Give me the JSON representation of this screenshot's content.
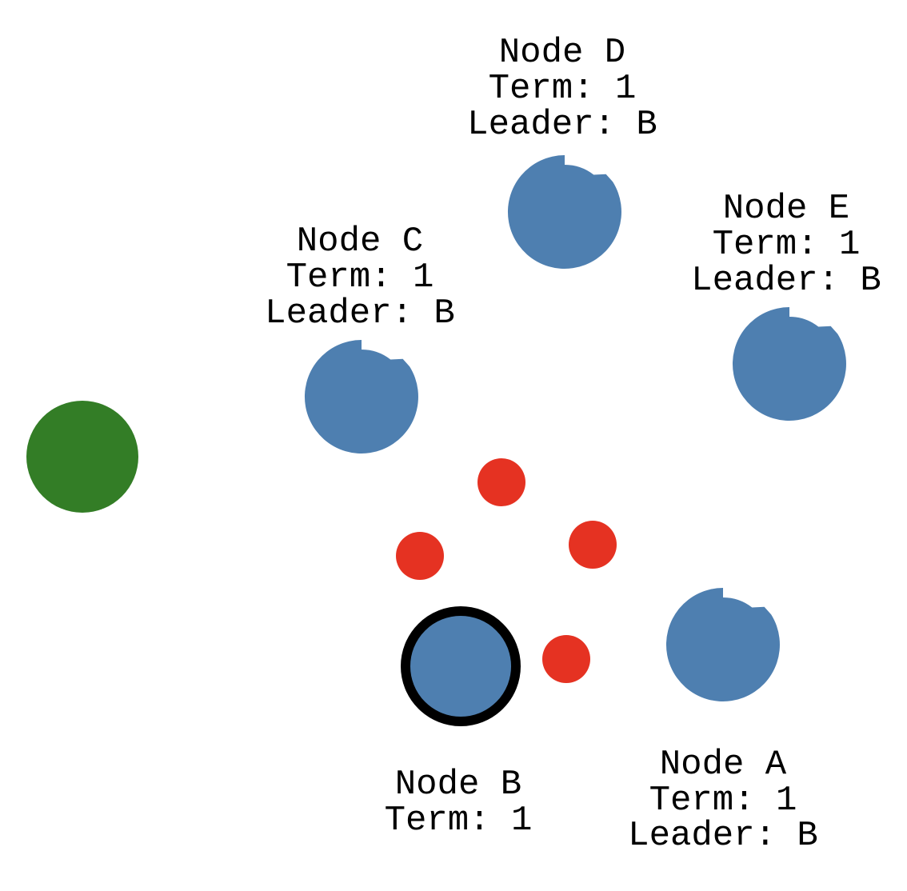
{
  "colors": {
    "node_blue": "#4e7fb0",
    "node_green": "#337d26",
    "message_red": "#e53222",
    "leader_ring_black": "#000000"
  },
  "message_dot_count": 4,
  "nodes": [
    {
      "id": "A",
      "label_lines": [
        "Node A",
        "Term: 1",
        "Leader: B"
      ]
    },
    {
      "id": "B",
      "label_lines": [
        "Node B",
        "Term: 1"
      ]
    },
    {
      "id": "C",
      "label_lines": [
        "Node C",
        "Term: 1",
        "Leader: B"
      ]
    },
    {
      "id": "D",
      "label_lines": [
        "Node D",
        "Term: 1",
        "Leader: B"
      ]
    },
    {
      "id": "E",
      "label_lines": [
        "Node E",
        "Term: 1",
        "Leader: B"
      ]
    }
  ]
}
